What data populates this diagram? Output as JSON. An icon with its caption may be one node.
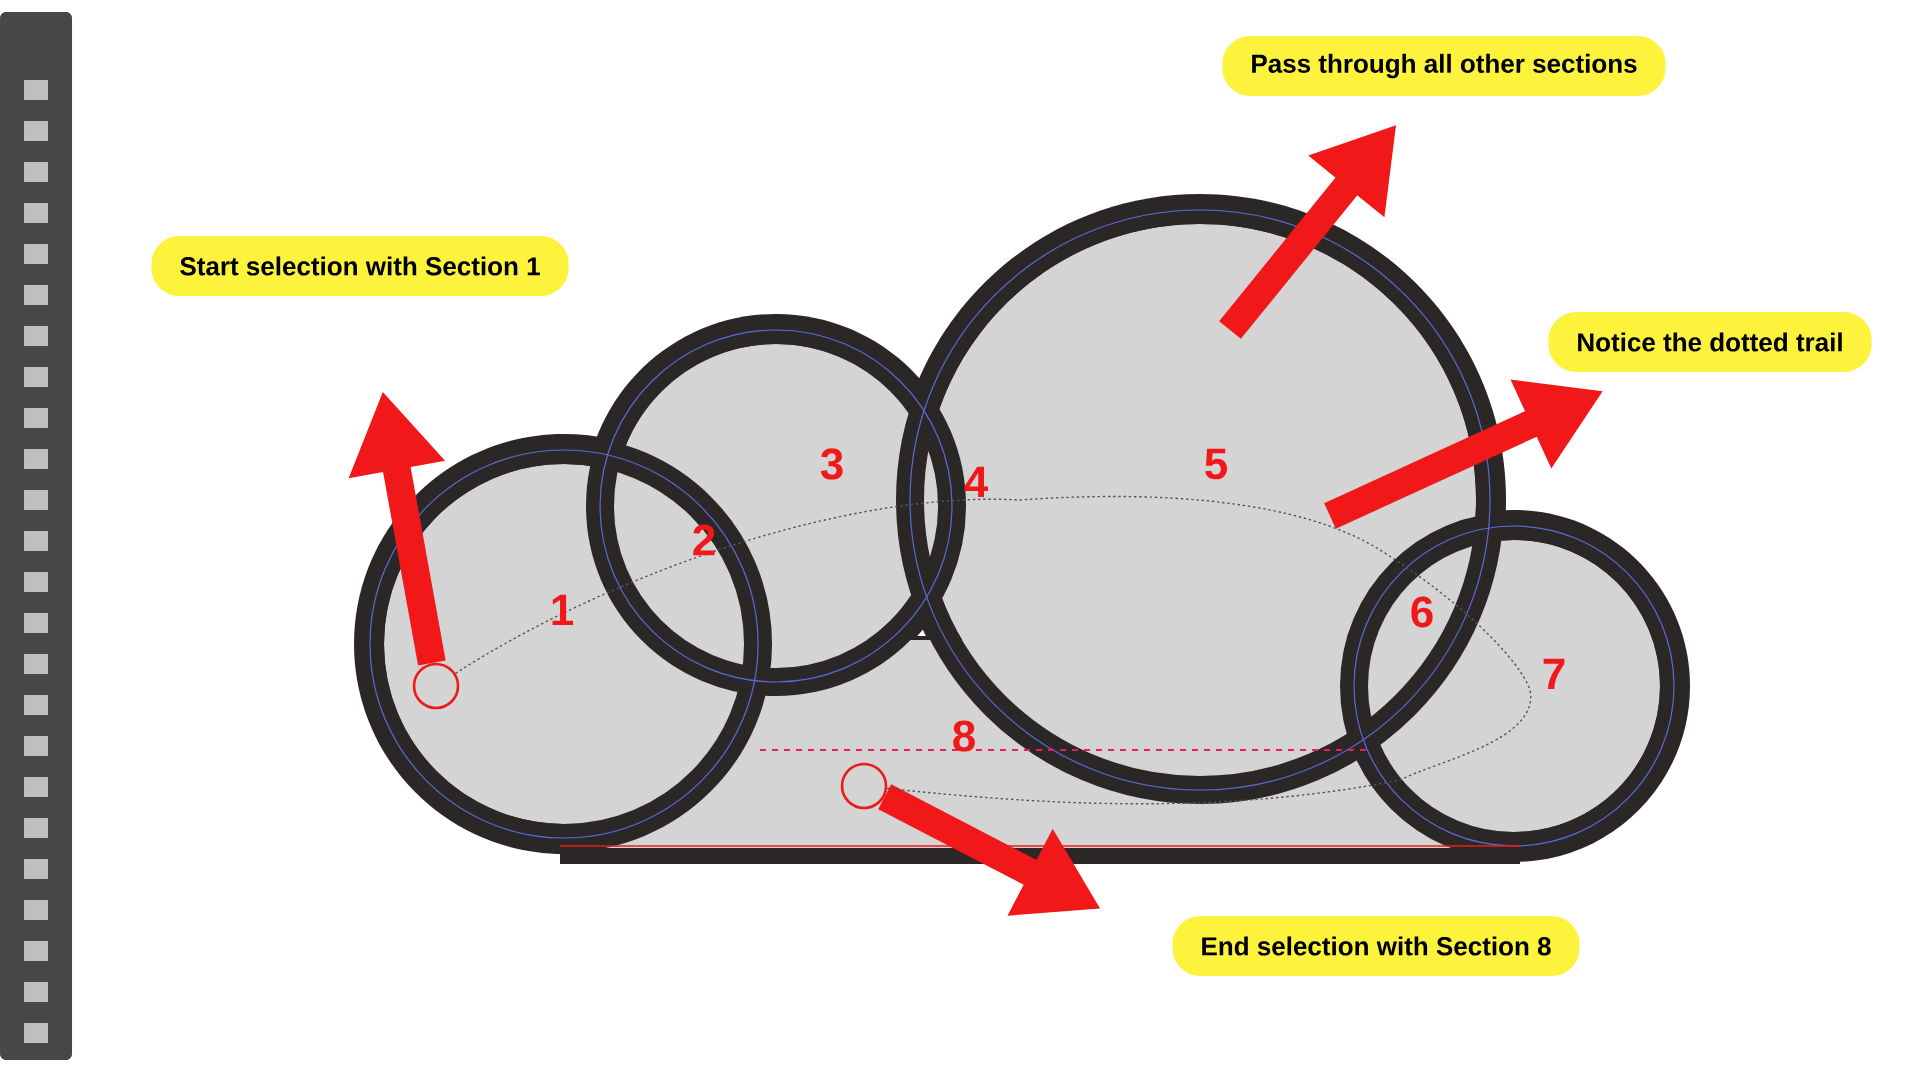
{
  "diagram": {
    "nodes": [
      {
        "text": [
          "Start selection with Section 1"
        ]
      },
      {
        "text": [
          "Pass through all other sections"
        ]
      },
      {
        "text": [
          "Notice the dotted trail"
        ]
      },
      {
        "text": [
          "End selection with Section 8"
        ]
      },
      {
        "text": [],
        "shape": "circle"
      },
      {
        "text": [],
        "shape": "circle"
      }
    ],
    "edges": [
      {
        "from": 4,
        "to": 0,
        "arrow": "to"
      },
      {
        "from": null,
        "to": 1,
        "arrow": "to"
      },
      {
        "from": null,
        "to": 2,
        "arrow": "to"
      },
      {
        "from": 5,
        "to": 3,
        "arrow": "to"
      },
      {
        "from": 4,
        "to": 5,
        "arrow": "none",
        "style": "dashed",
        "color": "#555555"
      }
    ],
    "labels": [
      "1",
      "2",
      "3",
      "4",
      "5",
      "6",
      "7",
      "8"
    ]
  }
}
